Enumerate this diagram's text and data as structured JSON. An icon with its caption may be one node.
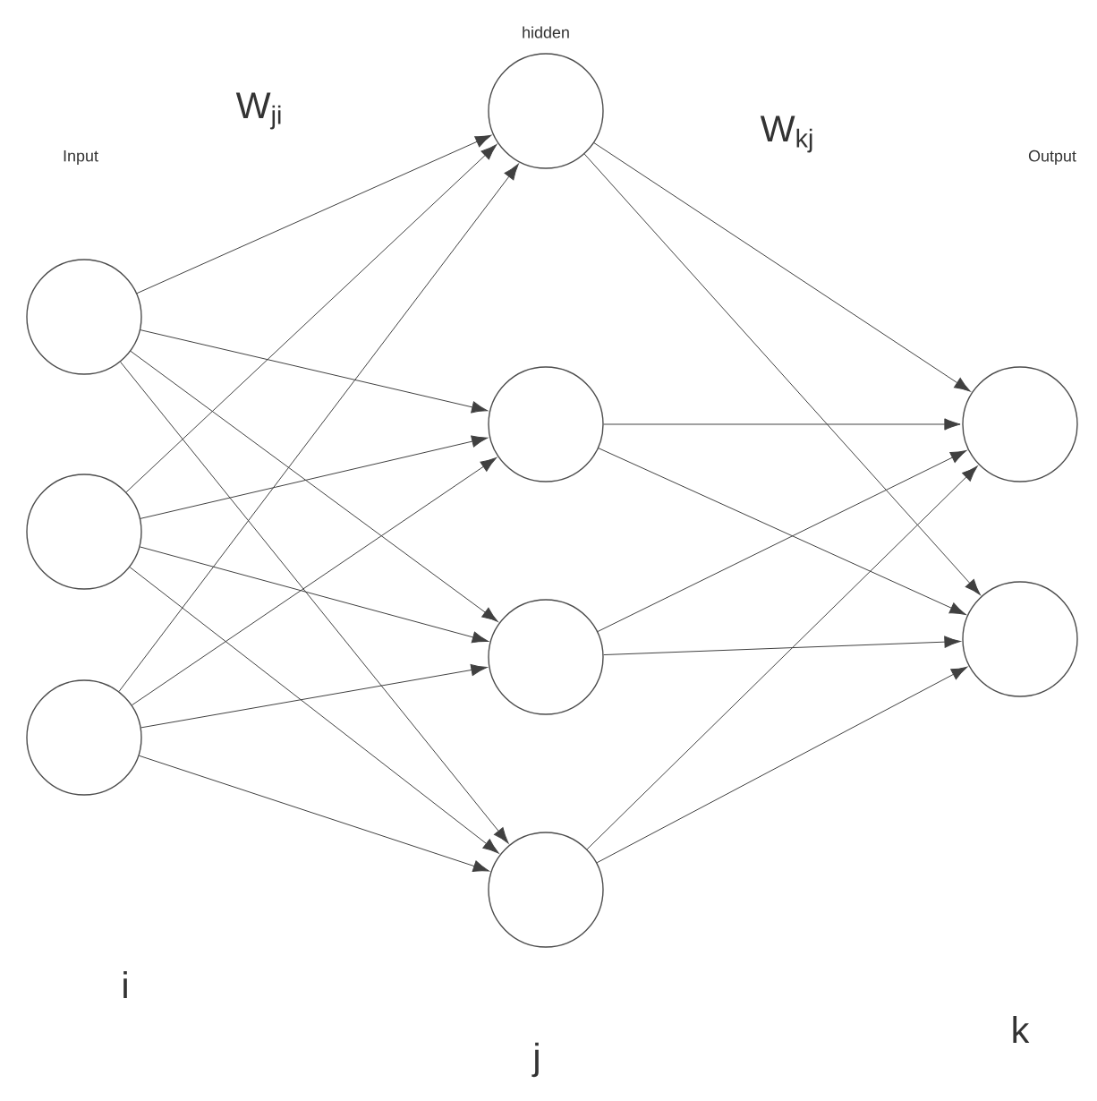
{
  "diagram": {
    "nodes": [
      {
        "text": [],
        "shape": "circle"
      },
      {
        "text": [],
        "shape": "circle"
      },
      {
        "text": [],
        "shape": "circle"
      },
      {
        "text": [],
        "shape": "circle"
      },
      {
        "text": [],
        "shape": "circle"
      },
      {
        "text": [],
        "shape": "circle"
      },
      {
        "text": [],
        "shape": "circle"
      },
      {
        "text": [],
        "shape": "circle"
      },
      {
        "text": [],
        "shape": "circle"
      }
    ],
    "edges": [
      {
        "from": 0,
        "to": 3,
        "arrow": "to"
      },
      {
        "from": 0,
        "to": 4,
        "arrow": "to"
      },
      {
        "from": 0,
        "to": 5,
        "arrow": "to"
      },
      {
        "from": 0,
        "to": 6,
        "arrow": "to"
      },
      {
        "from": 1,
        "to": 3,
        "arrow": "to"
      },
      {
        "from": 1,
        "to": 4,
        "arrow": "to"
      },
      {
        "from": 1,
        "to": 5,
        "arrow": "to"
      },
      {
        "from": 1,
        "to": 6,
        "arrow": "to"
      },
      {
        "from": 2,
        "to": 3,
        "arrow": "to"
      },
      {
        "from": 2,
        "to": 4,
        "arrow": "to"
      },
      {
        "from": 2,
        "to": 5,
        "arrow": "to"
      },
      {
        "from": 2,
        "to": 6,
        "arrow": "to"
      },
      {
        "from": 3,
        "to": 7,
        "arrow": "to"
      },
      {
        "from": 3,
        "to": 8,
        "arrow": "to"
      },
      {
        "from": 4,
        "to": 7,
        "arrow": "to"
      },
      {
        "from": 4,
        "to": 8,
        "arrow": "to"
      },
      {
        "from": 5,
        "to": 7,
        "arrow": "to"
      },
      {
        "from": 5,
        "to": 8,
        "arrow": "to"
      },
      {
        "from": 6,
        "to": 7,
        "arrow": "to"
      },
      {
        "from": 6,
        "to": 8,
        "arrow": "to"
      }
    ],
    "labels": [
      "hidden",
      "W$_{ji}$",
      "W$_{kj}$",
      "Input",
      "Output",
      "i",
      "k",
      "j"
    ]
  }
}
